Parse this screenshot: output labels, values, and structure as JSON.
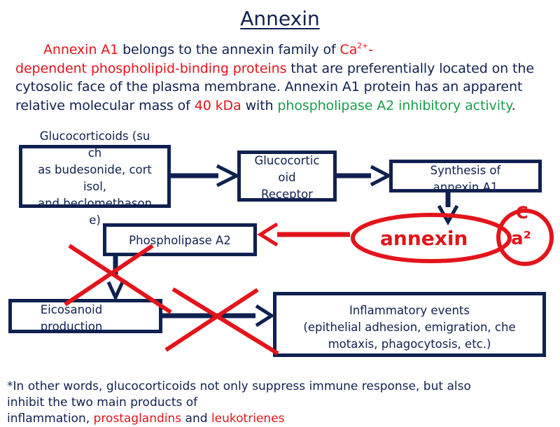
{
  "title": "Annexin",
  "paragraph": {
    "s1": "Annexin A1",
    "s2": " belongs to the annexin family of ",
    "s3": "Ca",
    "s3_sup": "2+",
    "s4": "-",
    "s5": "dependent phospholipid-binding proteins",
    "s6": " that are preferentially located on the cytosolic face of the plasma membrane. Annexin A1 protein has an apparent relative molecular mass of ",
    "s7": "40 kDa",
    "s8": " with ",
    "s9": "phospholipase A2 inhibitory activity",
    "s10": "."
  },
  "diagram": {
    "glucocorticoids": [
      "Glucocorticoids (su",
      "ch",
      "as budesonide, cort",
      "isol,",
      "and beclomethason",
      "e)"
    ],
    "receptor": [
      "Glucocortic",
      "oid",
      "Receptor"
    ],
    "synthesis": [
      "Synthesis of",
      "annexin A1"
    ],
    "annexin": "annexin",
    "calcium_c": "C",
    "calcium_a": "a²",
    "phospholipase": "Phospholipase A2",
    "eicosanoid": [
      "Eicosanoid",
      "production"
    ],
    "inflammatory": [
      "Inflammatory events",
      "(epithelial adhesion, emigration, che",
      "motaxis, phagocytosis, etc.)"
    ]
  },
  "colors": {
    "navy": "#0f2150",
    "red": "#e3141b",
    "green": "#1a9e4a"
  },
  "footer": {
    "line1": "*In other words, glucocorticoids not only suppress immune response, but also",
    "line2": "inhibit the two main products of",
    "line3_a": "inflammation, ",
    "line3_b": "prostaglandins",
    "line3_c": " and ",
    "line3_d": "leukotrienes"
  }
}
